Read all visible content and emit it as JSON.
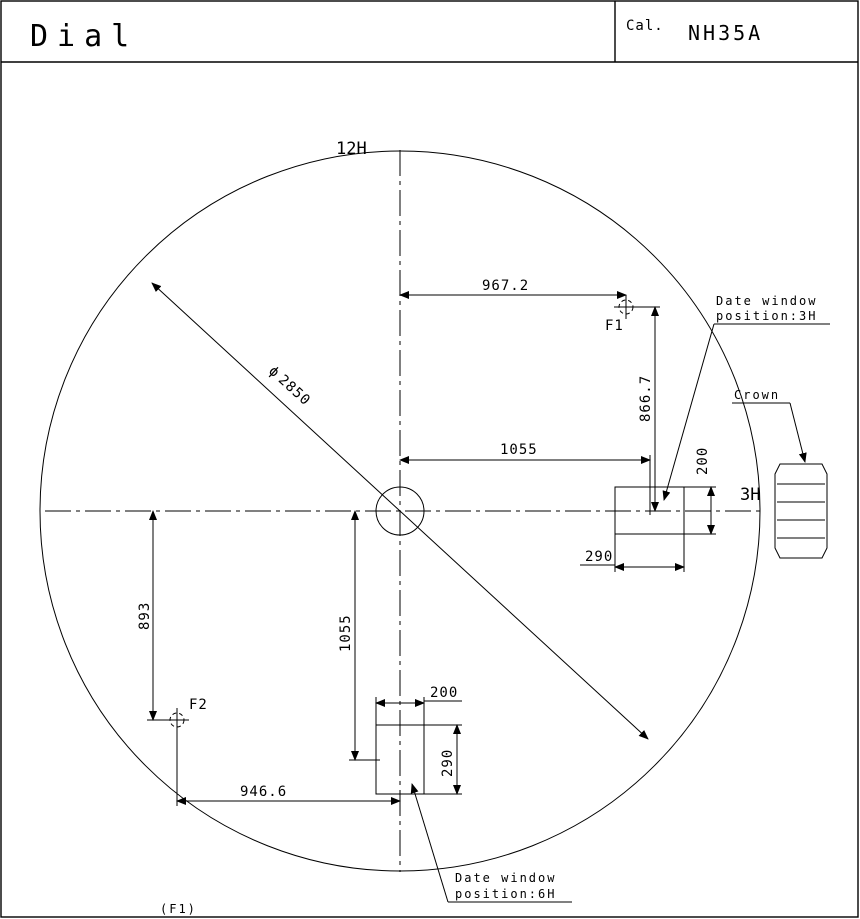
{
  "header": {
    "title": "Dial",
    "caliber_label": "Cal.",
    "caliber_value": "NH35A"
  },
  "drawing": {
    "hour_12": "12H",
    "hour_3": "3H",
    "diameter_symbol": "ϕ",
    "diameter_value": "2850",
    "dim_f1_x": "967.2",
    "dim_f1_y": "866.7",
    "dim_window3_x": "1055",
    "dim_window3_h": "200",
    "dim_window3_w": "290",
    "dim_f2_y": "893",
    "dim_window6_y": "1055",
    "dim_window6_w": "200",
    "dim_window6_h": "290",
    "dim_f2_x": "946.6",
    "f1_label": "F1",
    "f2_label": "F2",
    "date_window_3_line1": "Date window",
    "date_window_3_line2": "position:3H",
    "date_window_6_line1": "Date window",
    "date_window_6_line2": "position:6H",
    "crown_label": "Crown",
    "footer_note": "(F1)"
  }
}
